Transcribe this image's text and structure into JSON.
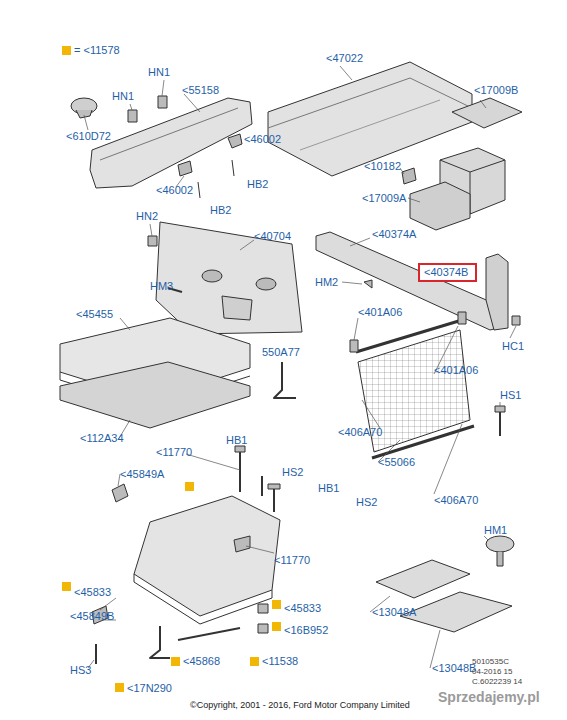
{
  "diagram": {
    "nodes": [
      {
        "text": [
          "<40374B"
        ]
      }
    ],
    "labels": [
      "HN1",
      "HN1",
      "<55158",
      "<610D72",
      "<46002",
      "<46002",
      "HB2",
      "HB2",
      "<47022",
      "<17009B",
      "<10182",
      "<17009A",
      "HN2",
      "<40704",
      "<40374A",
      "HM3",
      "HM2",
      "<45455",
      "550A77",
      "<401A06",
      "<401A06",
      "HC1",
      "HS1",
      "<406A70",
      "<406A70",
      "<55066",
      "<112A34",
      "HB1",
      "<11770",
      "<45849A",
      "HS2",
      "HB1",
      "HS2",
      "<11770",
      "HM1",
      "<45833",
      "<45833",
      "<45849B",
      "<16B952",
      "<13048A",
      "HS3",
      "<45868",
      "<11538",
      "<13048B",
      "<17N290",
      "5010535C",
      "04-2016 15",
      "C.6022239 14",
      "©Copyright, 2001 - 2016, Ford Motor Company Limited",
      "Sprzedajemy.pl"
    ],
    "legend": [
      {
        "text": "= <11578",
        "color": "#f2b705"
      }
    ]
  }
}
